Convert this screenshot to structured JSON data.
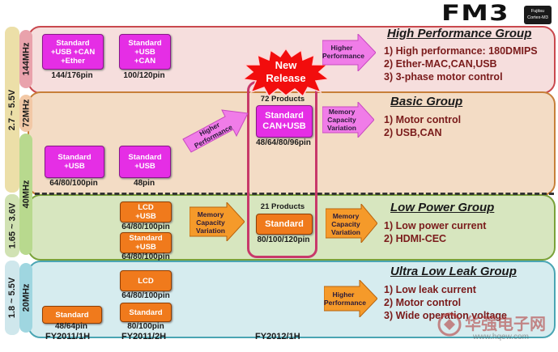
{
  "logo": {
    "text": "FM3",
    "badge_line1": "Fujitsu",
    "badge_line2": "Cortex-M3"
  },
  "voltage_labels": {
    "v1": "2.7 ~ 5.5V",
    "v2": "1.65 ~ 3.6V",
    "v3": "1.8 ~ 5.5V"
  },
  "freq_labels": {
    "f1": "144MHz",
    "f2": "72MHz",
    "f3": "40MHz",
    "f4": "20MHz"
  },
  "groups": {
    "hp": {
      "title": "High Performance Group",
      "f1": "1) High performance: 180DMIPS",
      "f2": "2) Ether-MAC,CAN,USB",
      "f3": "3) 3-phase motor control"
    },
    "basic": {
      "title": "Basic Group",
      "f1": "1) Motor control",
      "f2": "2) USB,CAN"
    },
    "lp": {
      "title": "Low Power Group",
      "f1": "1) Low power current",
      "f2": "2) HDMI-CEC"
    },
    "ul": {
      "title": "Ultra Low Leak Group",
      "f1": "1) Low leak current",
      "f2": "2) Motor control",
      "f3": "3) Wide operation voltage"
    }
  },
  "boxes": {
    "hp1": {
      "l1": "Standard",
      "l2": "+USB +CAN",
      "l3": "+Ether",
      "pins": "144/176pin"
    },
    "hp2": {
      "l1": "Standard",
      "l2": "+USB",
      "l3": "+CAN",
      "pins": "100/120pin"
    },
    "b1": {
      "l1": "Standard",
      "l2": "+USB",
      "pins": "64/80/100pin"
    },
    "b2": {
      "l1": "Standard",
      "l2": "+USB",
      "pins": "48pin"
    },
    "b3": {
      "count": "72 Products",
      "l1": "Standard",
      "l2": "CAN+USB",
      "pins": "48/64/80/96pin"
    },
    "lp1": {
      "l1": "LCD",
      "l2": "+USB",
      "pins": "64/80/100pin"
    },
    "lp2": {
      "l1": "Standard",
      "l2": "+USB",
      "pins": "64/80/100pin"
    },
    "lp3": {
      "count": "21 Products",
      "l1": "Standard",
      "pins": "80/100/120pin"
    },
    "ul1": {
      "l1": "Standard",
      "pins": "48/64pin"
    },
    "ul2": {
      "l1": "LCD",
      "pins": "64/80/100pin"
    },
    "ul3": {
      "l1": "Standard",
      "pins": "80/100pin"
    }
  },
  "arrows": {
    "a1": {
      "l1": "Higher",
      "l2": "Performance"
    },
    "a2": {
      "l1": "Higher",
      "l2": "Performance"
    },
    "a3": {
      "l1": "Memory",
      "l2": "Capacity",
      "l3": "Variation"
    },
    "a4": {
      "l1": "Memory",
      "l2": "Capacity",
      "l3": "Variation"
    },
    "a5": {
      "l1": "Memory",
      "l2": "Capacity",
      "l3": "Variation"
    },
    "a6": {
      "l1": "Higher",
      "l2": "Performance"
    }
  },
  "new_release": {
    "l1": "New",
    "l2": "Release"
  },
  "timeline": {
    "t1": "FY2011/1H",
    "t2": "FY2011/2H",
    "t3": "FY2012/1H"
  },
  "watermark": {
    "cn": "华强电子网",
    "url": "www.hqew.com"
  },
  "colors": {
    "magenta": "#e52ee5",
    "orange": "#f07a1c",
    "highlight": "#c8396a"
  }
}
